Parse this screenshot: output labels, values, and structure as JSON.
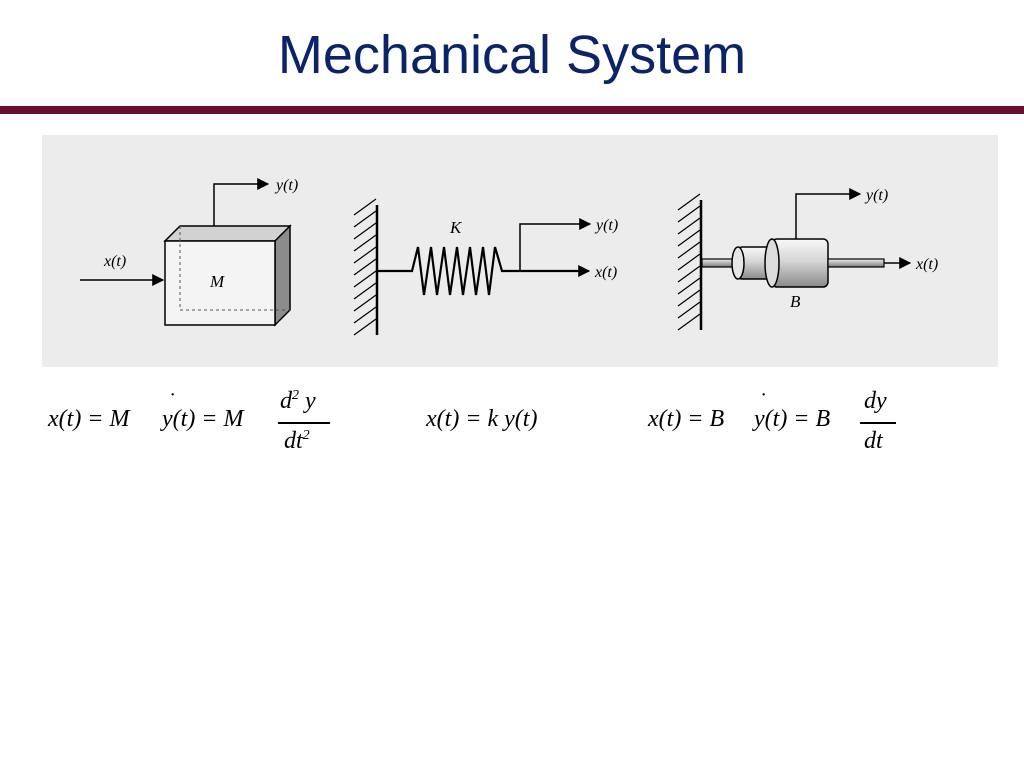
{
  "slide": {
    "title": "Mechanical System",
    "title_color": "#0b2468",
    "rule_color": "#6b0f2f"
  },
  "figure": {
    "background": "#ececec",
    "mass": {
      "label": "M",
      "input": "x(t)",
      "output": "y(t)"
    },
    "spring": {
      "label": "K",
      "output": "y(t)",
      "input": "x(t)"
    },
    "damper": {
      "label": "B",
      "output": "y(t)",
      "input": "x(t)"
    }
  },
  "equations": {
    "mass": {
      "lhs": "x(t) = M",
      "ydot": "y(t) = M",
      "num": "d",
      "num_sup": "2",
      "num_var": "y",
      "den": "dt",
      "den_sup": "2"
    },
    "spring": {
      "text": "x(t) = k  y(t)"
    },
    "damper": {
      "lhs": "x(t) = B",
      "ydot": "y(t) = B",
      "num": "dy",
      "den": "dt"
    }
  }
}
